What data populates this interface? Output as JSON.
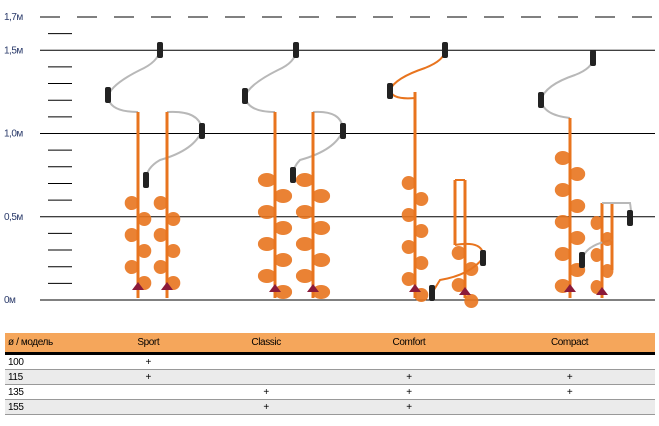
{
  "levels": [
    {
      "label": "1,7м",
      "value": 1.7,
      "style": "dashed"
    },
    {
      "label": "1,5м",
      "value": 1.5,
      "style": "solid"
    },
    {
      "label": "1,0м",
      "value": 1.0,
      "style": "solid"
    },
    {
      "label": "0,5м",
      "value": 0.5,
      "style": "solid"
    },
    {
      "label": "0м",
      "value": 0,
      "style": "solid"
    }
  ],
  "models": [
    "Sport",
    "Classic",
    "Comfort",
    "Compact"
  ],
  "colors": {
    "auger": "#e8741e",
    "handle": "#b8b8b8",
    "grip": "#222222",
    "header": "#f5a65b",
    "blade": "#8b1a3a"
  },
  "table": {
    "header": [
      "ø / модель",
      "Sport",
      "Classic",
      "Comfort",
      "Compact"
    ],
    "rows": [
      [
        "100",
        "+",
        "",
        "",
        ""
      ],
      [
        "115",
        "+",
        "",
        "+",
        "+"
      ],
      [
        "135",
        "",
        "+",
        "+",
        "+"
      ],
      [
        "155",
        "",
        "+",
        "+",
        ""
      ]
    ]
  }
}
